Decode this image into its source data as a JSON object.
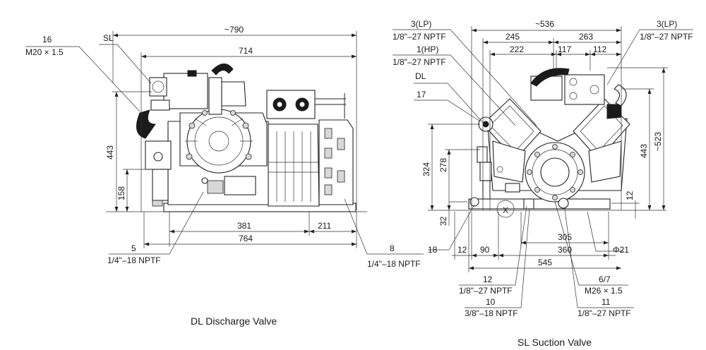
{
  "left_view": {
    "labels": {
      "part16": "16",
      "thread16": "M20 × 1.5",
      "sl": "SL",
      "width_total": "~790",
      "width_714": "714",
      "h443": "443",
      "h158": "158",
      "d381": "381",
      "d211": "211",
      "d764": "764",
      "part5": "5",
      "thread5": "1/4\"–18 NPTF",
      "part8": "8",
      "thread8": "1/4\"–18 NPTF"
    },
    "caption": "DL Discharge Valve"
  },
  "right_view": {
    "labels": {
      "lp_left": "3(LP)",
      "lp_left_thread": "1/8\"–27 NPTF",
      "hp": "1(HP)",
      "hp_thread": "1/8\"–27 NPTF",
      "dl": "DL",
      "part17": "17",
      "w536": "~536",
      "d245": "245",
      "d263": "263",
      "d222": "222",
      "d117": "117",
      "d112": "112",
      "lp_right": "3(LP)",
      "lp_right_thread": "1/8\"–27 NPTF",
      "h324": "324",
      "h278": "278",
      "h32": "32",
      "h443": "443",
      "h523": "~523",
      "h12": "12",
      "part18": "18",
      "d12": "12",
      "d90": "90",
      "d305": "305",
      "d360": "360",
      "d545": "545",
      "phi21": "Φ21",
      "part12": "12",
      "thread12": "1/8\"–27 NPTF",
      "part10": "10",
      "thread10": "3/8\"–18 NPTF",
      "part67": "6/7",
      "thread67": "M26 × 1.5",
      "part11": "11",
      "thread11": "1/8\"–27 NPTF",
      "x_mark": "X"
    },
    "caption": "SL Suction Valve"
  }
}
